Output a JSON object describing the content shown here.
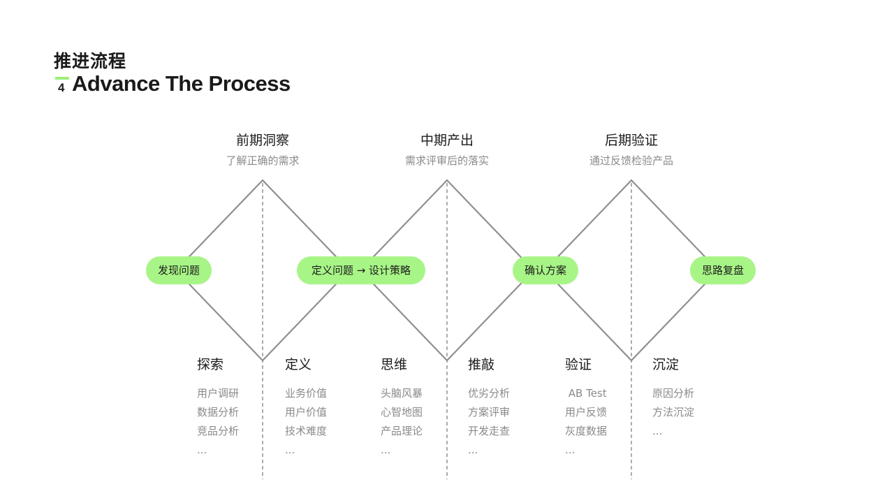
{
  "header": {
    "title_cn": "推进流程",
    "number": "4",
    "title_en": "Advance The Process"
  },
  "phases": [
    {
      "title": "前期洞察",
      "subtitle": "了解正确的需求"
    },
    {
      "title": "中期产出",
      "subtitle": "需求评审后的落实"
    },
    {
      "title": "后期验证",
      "subtitle": "通过反馈检验产品"
    }
  ],
  "pills": [
    {
      "label": "发现问题"
    },
    {
      "label": "定义问题 → 设计策略"
    },
    {
      "label": "确认方案"
    },
    {
      "label": "思路复盘"
    }
  ],
  "columns": [
    {
      "title": "探索",
      "items": [
        "用户调研",
        "数据分析",
        "竞品分析",
        "..."
      ]
    },
    {
      "title": "定义",
      "items": [
        "业务价值",
        "用户价值",
        "技术难度",
        "..."
      ]
    },
    {
      "title": "思维",
      "items": [
        "头脑风暴",
        "心智地图",
        "产品理论",
        "..."
      ]
    },
    {
      "title": "推敲",
      "items": [
        "优劣分析",
        "方案评审",
        "开发走查",
        "..."
      ]
    },
    {
      "title": "验证",
      "items": [
        " AB Test",
        "用户反馈",
        "灰度数据",
        "..."
      ]
    },
    {
      "title": "沉淀",
      "items": [
        "原因分析",
        "方法沉淀",
        "..."
      ]
    }
  ],
  "colors": {
    "accent": "#a8f587",
    "line": "#8f8f8f",
    "text_primary": "#1a1a1a",
    "text_secondary": "#8a8a8a"
  }
}
